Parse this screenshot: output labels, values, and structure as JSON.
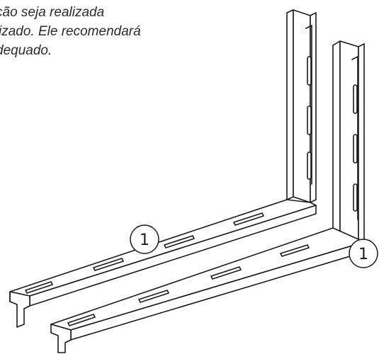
{
  "text": {
    "line1": "ção seja realizada",
    "line2": "izado. Ele recomendará",
    "line3": "dequado."
  },
  "callouts": {
    "front_bracket": "1",
    "back_bracket": "1"
  }
}
